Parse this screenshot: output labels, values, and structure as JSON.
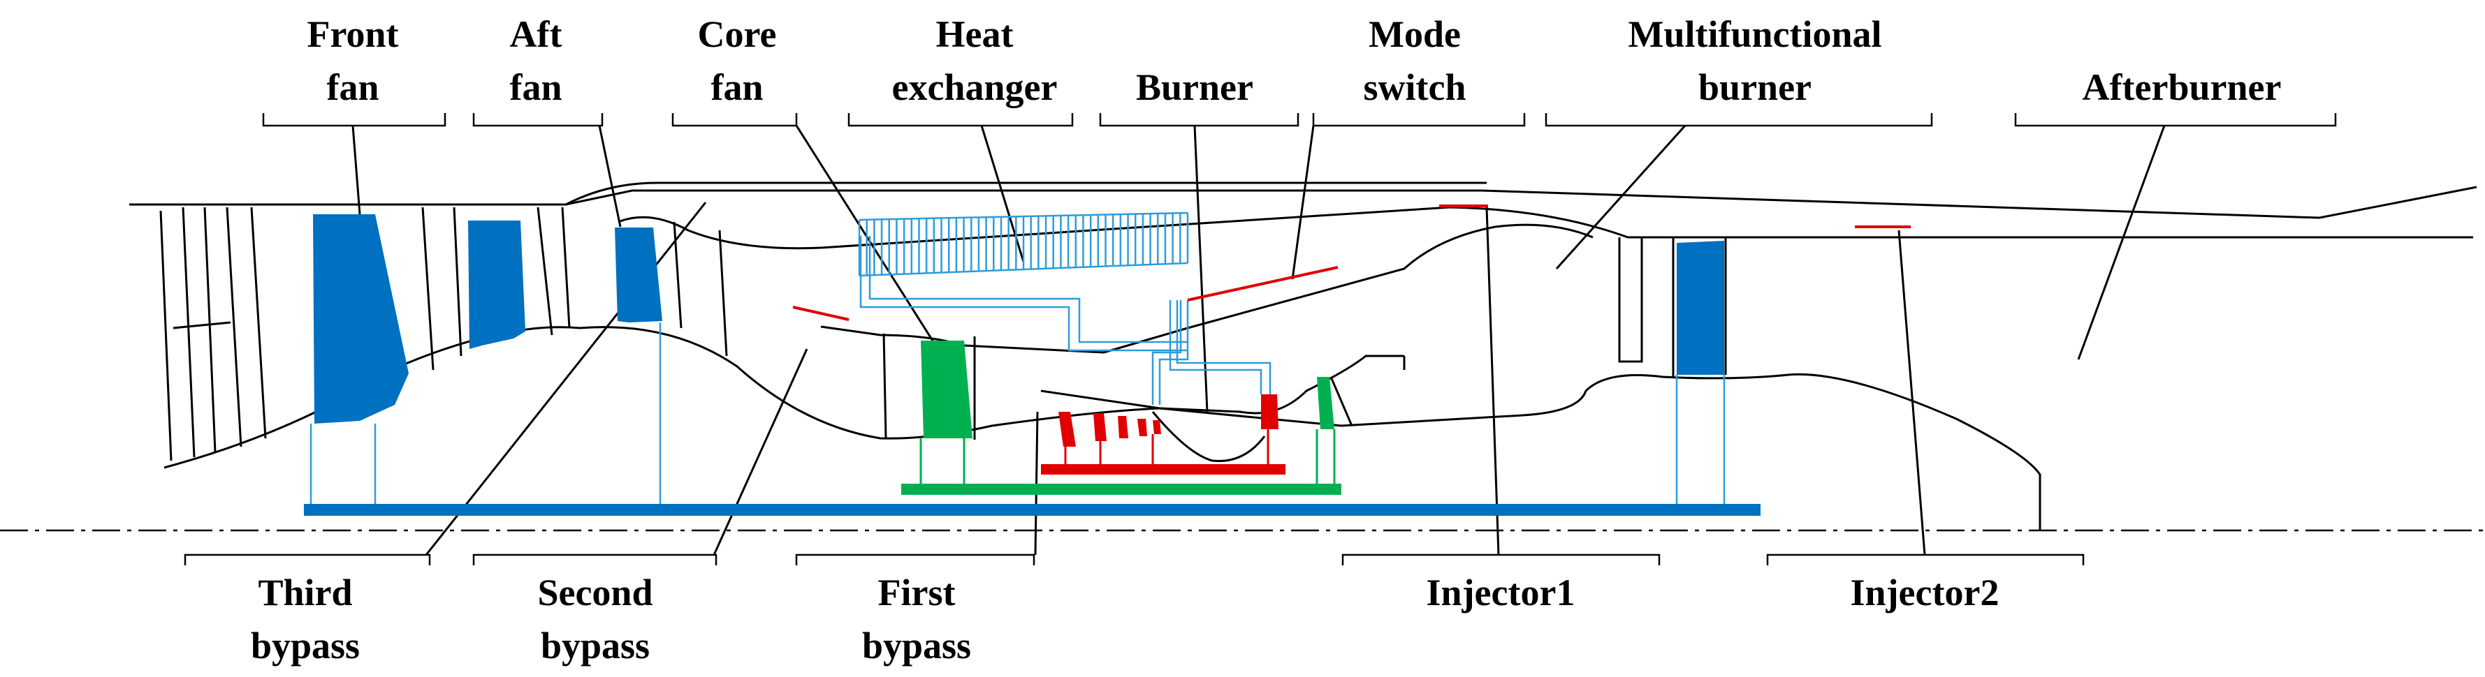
{
  "labels": {
    "front_fan": [
      "Front",
      "fan"
    ],
    "aft_fan": [
      "Aft",
      "fan"
    ],
    "core_fan": [
      "Core",
      "fan"
    ],
    "heat_exchanger": [
      "Heat",
      "exchanger"
    ],
    "burner": [
      "Burner"
    ],
    "mode_switch": [
      "Mode",
      "switch"
    ],
    "multifunctional_burner": [
      "Multifunctional",
      "burner"
    ],
    "afterburner": [
      "Afterburner"
    ],
    "third_bypass": [
      "Third",
      "bypass"
    ],
    "second_bypass": [
      "Second",
      "bypass"
    ],
    "first_bypass": [
      "First",
      "bypass"
    ],
    "injector1": [
      "Injector1"
    ],
    "injector2": [
      "Injector2"
    ]
  },
  "colors": {
    "low_pressure_spool": "#0070C0",
    "core_spool": "#00B050",
    "high_pressure_spool": "#E00000",
    "heat_exchanger": "#2E9CDB",
    "outline": "#000000"
  }
}
